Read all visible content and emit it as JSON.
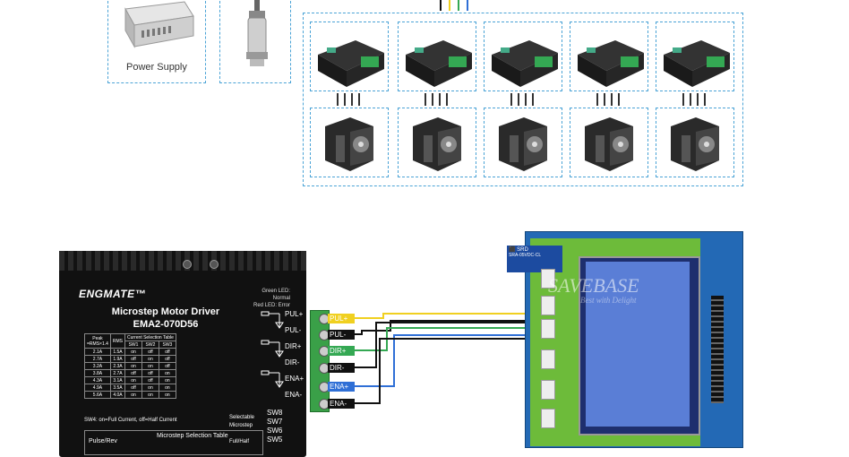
{
  "top": {
    "power_supply_label": "Power Supply"
  },
  "driver": {
    "brand": "ENGMATE™",
    "led_green": "Green LED:  Normal",
    "led_red": "Red LED:  Error",
    "title_line1": "Microstep Motor Driver",
    "title_line2": "EMA2-070D56",
    "current_table": {
      "header_peak": "Peak",
      "header_peak_sub": "=RMS×1.4",
      "header_rms": "RMS",
      "header_selection": "Current Selection Table",
      "sw_headers": [
        "SW1",
        "SW2",
        "SW3"
      ],
      "rows": [
        [
          "2.1A",
          "1.5A",
          "on",
          "off",
          "off"
        ],
        [
          "2.7A",
          "1.9A",
          "off",
          "on",
          "off"
        ],
        [
          "3.2A",
          "2.3A",
          "on",
          "on",
          "off"
        ],
        [
          "3.8A",
          "2.7A",
          "off",
          "off",
          "on"
        ],
        [
          "4.3A",
          "3.1A",
          "on",
          "off",
          "on"
        ],
        [
          "4.9A",
          "3.5A",
          "off",
          "on",
          "on"
        ],
        [
          "5.6A",
          "4.0A",
          "on",
          "on",
          "on"
        ]
      ]
    },
    "note": "SW4: on=Full Current, off=Half Current",
    "pulse_rev": "Pulse/Rev",
    "microstep_table_title": "Microstep Selection Table",
    "selectable": "Selectable",
    "microstep": "Microstep",
    "full_half": "Full/Half",
    "sw_labels": [
      "SW8",
      "SW7",
      "SW6",
      "SW5"
    ],
    "terminals": [
      "PUL+",
      "PUL-",
      "DIR+",
      "DIR-",
      "ENA+",
      "ENA-"
    ]
  },
  "wires": {
    "labels": [
      "PUL+",
      "PUL-",
      "DIR+",
      "DIR-",
      "ENA+",
      "ENA-"
    ],
    "colors": [
      "#f0d020",
      "#111111",
      "#34a853",
      "#111111",
      "#2f6fd6",
      "#111111"
    ]
  },
  "board": {
    "relay_line1": "SRA-05VDC-CL",
    "watermark": "SAVEBASE",
    "watermark_sub": "Best with Delight"
  }
}
